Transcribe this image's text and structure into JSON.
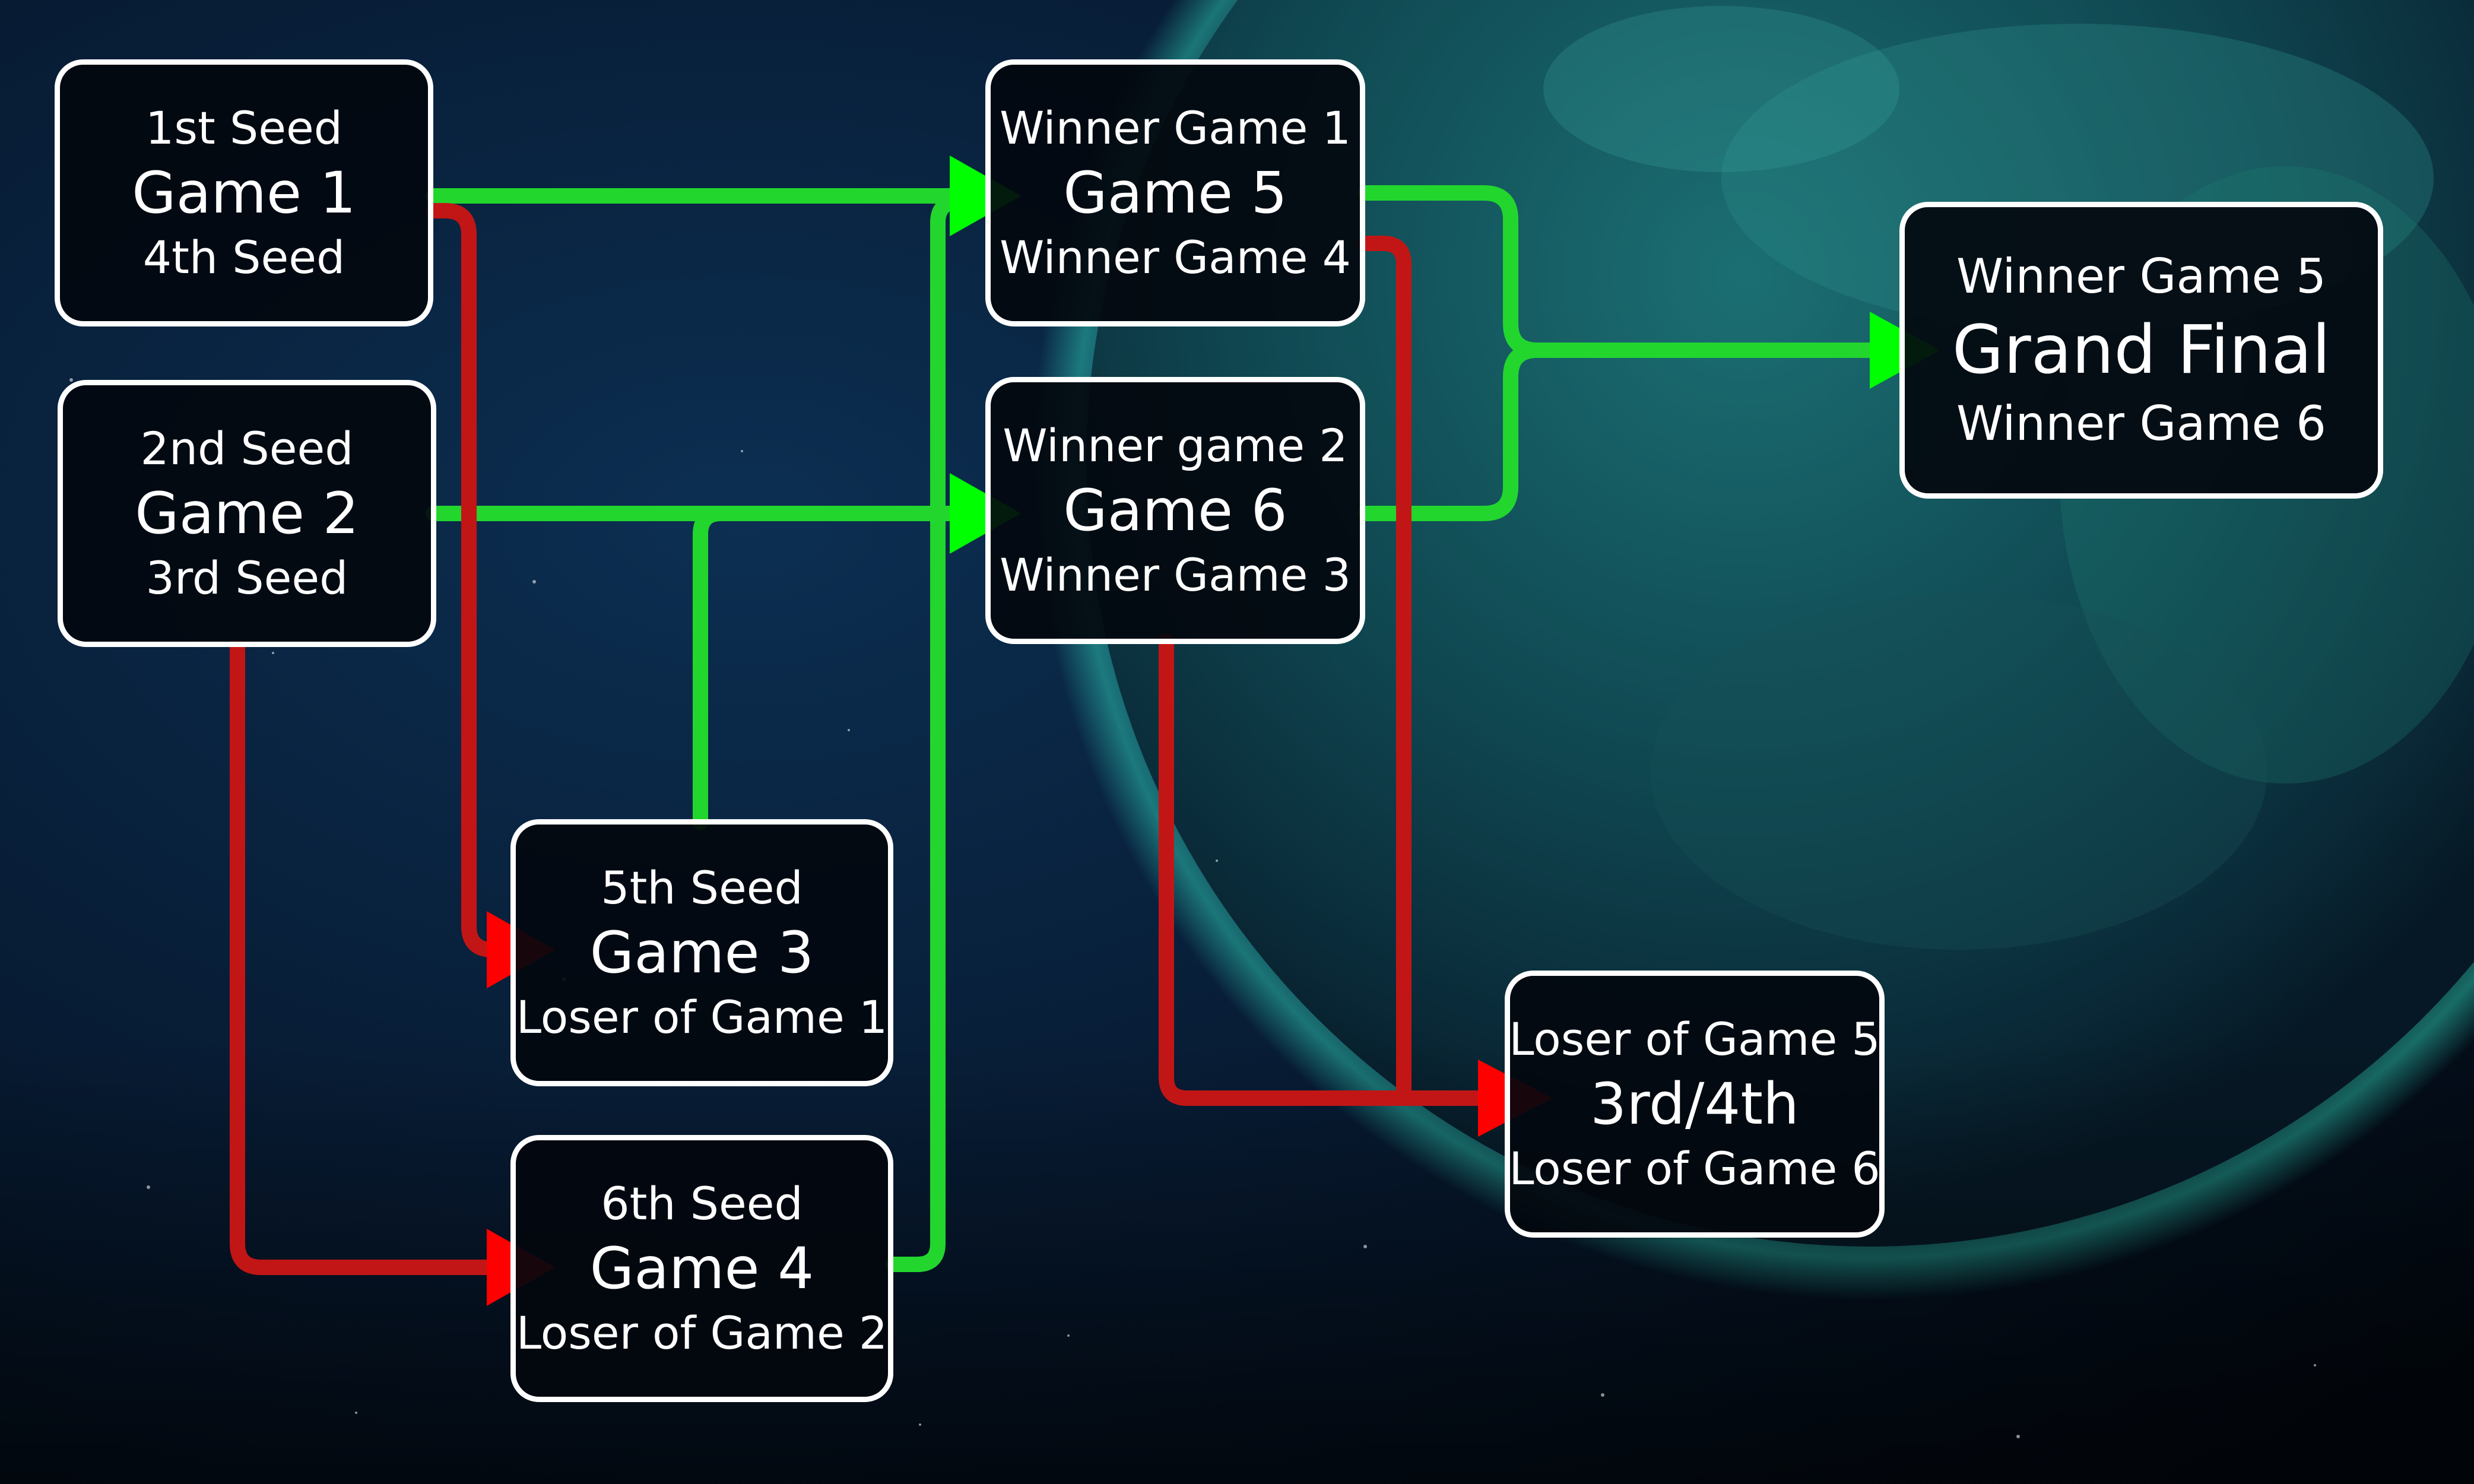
{
  "colors": {
    "winner_path": "#22d62e",
    "loser_path": "#c21616",
    "arrow_winner": "#00ff00",
    "arrow_loser": "#ff0000",
    "box_fill": "#03080e",
    "box_border": "#ffffff",
    "text": "#ffffff"
  },
  "boxes": {
    "game1": {
      "top": "1st Seed",
      "main": "Game 1",
      "bottom": "4th Seed"
    },
    "game2": {
      "top": "2nd Seed",
      "main": "Game 2",
      "bottom": "3rd Seed"
    },
    "game3": {
      "top": "5th Seed",
      "main": "Game 3",
      "bottom": "Loser of Game 1"
    },
    "game4": {
      "top": "6th Seed",
      "main": "Game 4",
      "bottom": "Loser of Game 2"
    },
    "game5": {
      "top": "Winner Game 1",
      "main": "Game 5",
      "bottom": "Winner Game 4"
    },
    "game6": {
      "top": "Winner game 2",
      "main": "Game 6",
      "bottom": "Winner Game 3"
    },
    "third_fourth": {
      "top": "Loser of Game 5",
      "main": "3rd/4th",
      "bottom": "Loser of Game 6"
    },
    "grand_final": {
      "top": "Winner Game 5",
      "main": "Grand Final",
      "bottom": "Winner Game 6"
    }
  },
  "links": [
    {
      "from": "game1",
      "to": "game5",
      "result": "winner"
    },
    {
      "from": "game1",
      "to": "game3",
      "result": "loser"
    },
    {
      "from": "game2",
      "to": "game6",
      "result": "winner"
    },
    {
      "from": "game2",
      "to": "game4",
      "result": "loser"
    },
    {
      "from": "game3",
      "to": "game6",
      "result": "winner"
    },
    {
      "from": "game4",
      "to": "game5",
      "result": "winner"
    },
    {
      "from": "game5",
      "to": "grand_final",
      "result": "winner"
    },
    {
      "from": "game6",
      "to": "grand_final",
      "result": "winner"
    },
    {
      "from": "game5",
      "to": "third_fourth",
      "result": "loser"
    },
    {
      "from": "game6",
      "to": "third_fourth",
      "result": "loser"
    }
  ]
}
